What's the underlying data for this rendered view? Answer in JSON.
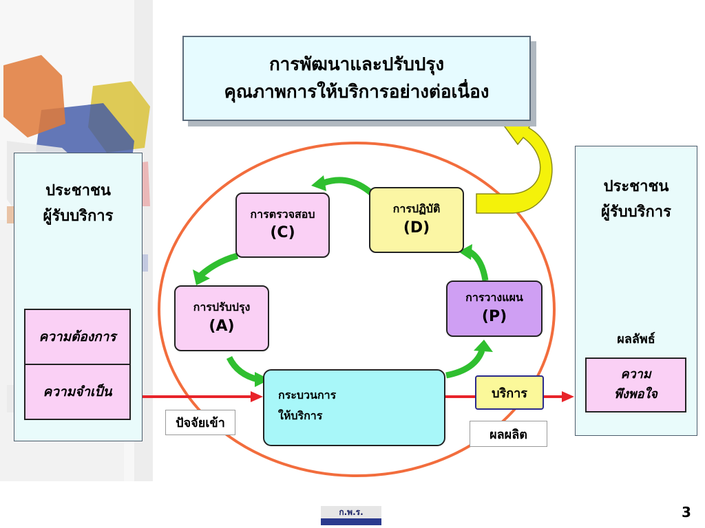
{
  "title": {
    "line1": "การพัฒนาและปรับปรุง",
    "line2": "คุณภาพการให้บริการอย่างต่อเนื่อง"
  },
  "left_panel": {
    "heading_line1": "ประชาชน",
    "heading_line2": "ผู้รับบริการ",
    "need1": "ความต้องการ",
    "need2": "ความจำเป็น"
  },
  "right_panel": {
    "heading_line1": "ประชาชน",
    "heading_line2": "ผู้รับบริการ",
    "outcome_label": "ผลลัพธ์",
    "satisfaction_line1": "ความ",
    "satisfaction_line2": "พึงพอใจ"
  },
  "cycle": {
    "check": {
      "label": "การตรวจสอบ",
      "letter": "C"
    },
    "do": {
      "label": "การปฏิบัติ",
      "letter": "(D)"
    },
    "act": {
      "label": "การปรับปรุง",
      "letter": "A"
    },
    "plan": {
      "label": "การวางแผน",
      "letter": "P"
    }
  },
  "process": {
    "line1": "กระบวนการ",
    "line2": "ให้บริการ"
  },
  "input_label": "ปัจจัยเข้า",
  "service_label": "บริการ",
  "output_label": "ผลผลิต",
  "logo_text": "ก.พ.ร.",
  "page_number": "3",
  "colors": {
    "circle": "#f26d3d",
    "arrow_red": "#e8242a",
    "arrow_green": "#2fbf2f",
    "arrow_yellow": "#f4f20a"
  }
}
